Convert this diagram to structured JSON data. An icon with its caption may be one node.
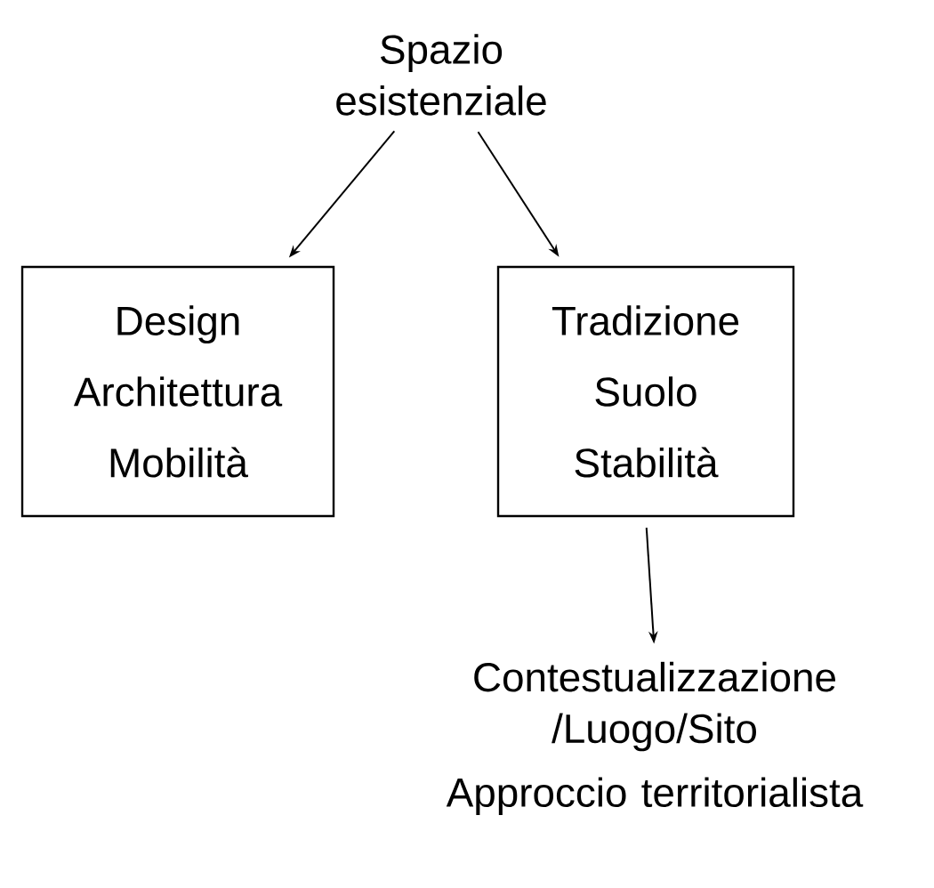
{
  "diagram": {
    "nodes": [
      {
        "text": [
          "Spazio esistenziale"
        ]
      },
      {
        "text": [
          "Design",
          "Architettura",
          "Mobilità"
        ]
      },
      {
        "text": [
          "Tradizione",
          "Suolo",
          "Stabilità"
        ]
      },
      {
        "text": [
          "Contestualizzazione /Luogo/Sito",
          "Approccio territorialista"
        ]
      }
    ],
    "edges": [
      {
        "from": 0,
        "to": 1,
        "arrow": "to"
      },
      {
        "from": 0,
        "to": 2,
        "arrow": "to"
      },
      {
        "from": 2,
        "to": 3,
        "arrow": "to"
      }
    ]
  }
}
